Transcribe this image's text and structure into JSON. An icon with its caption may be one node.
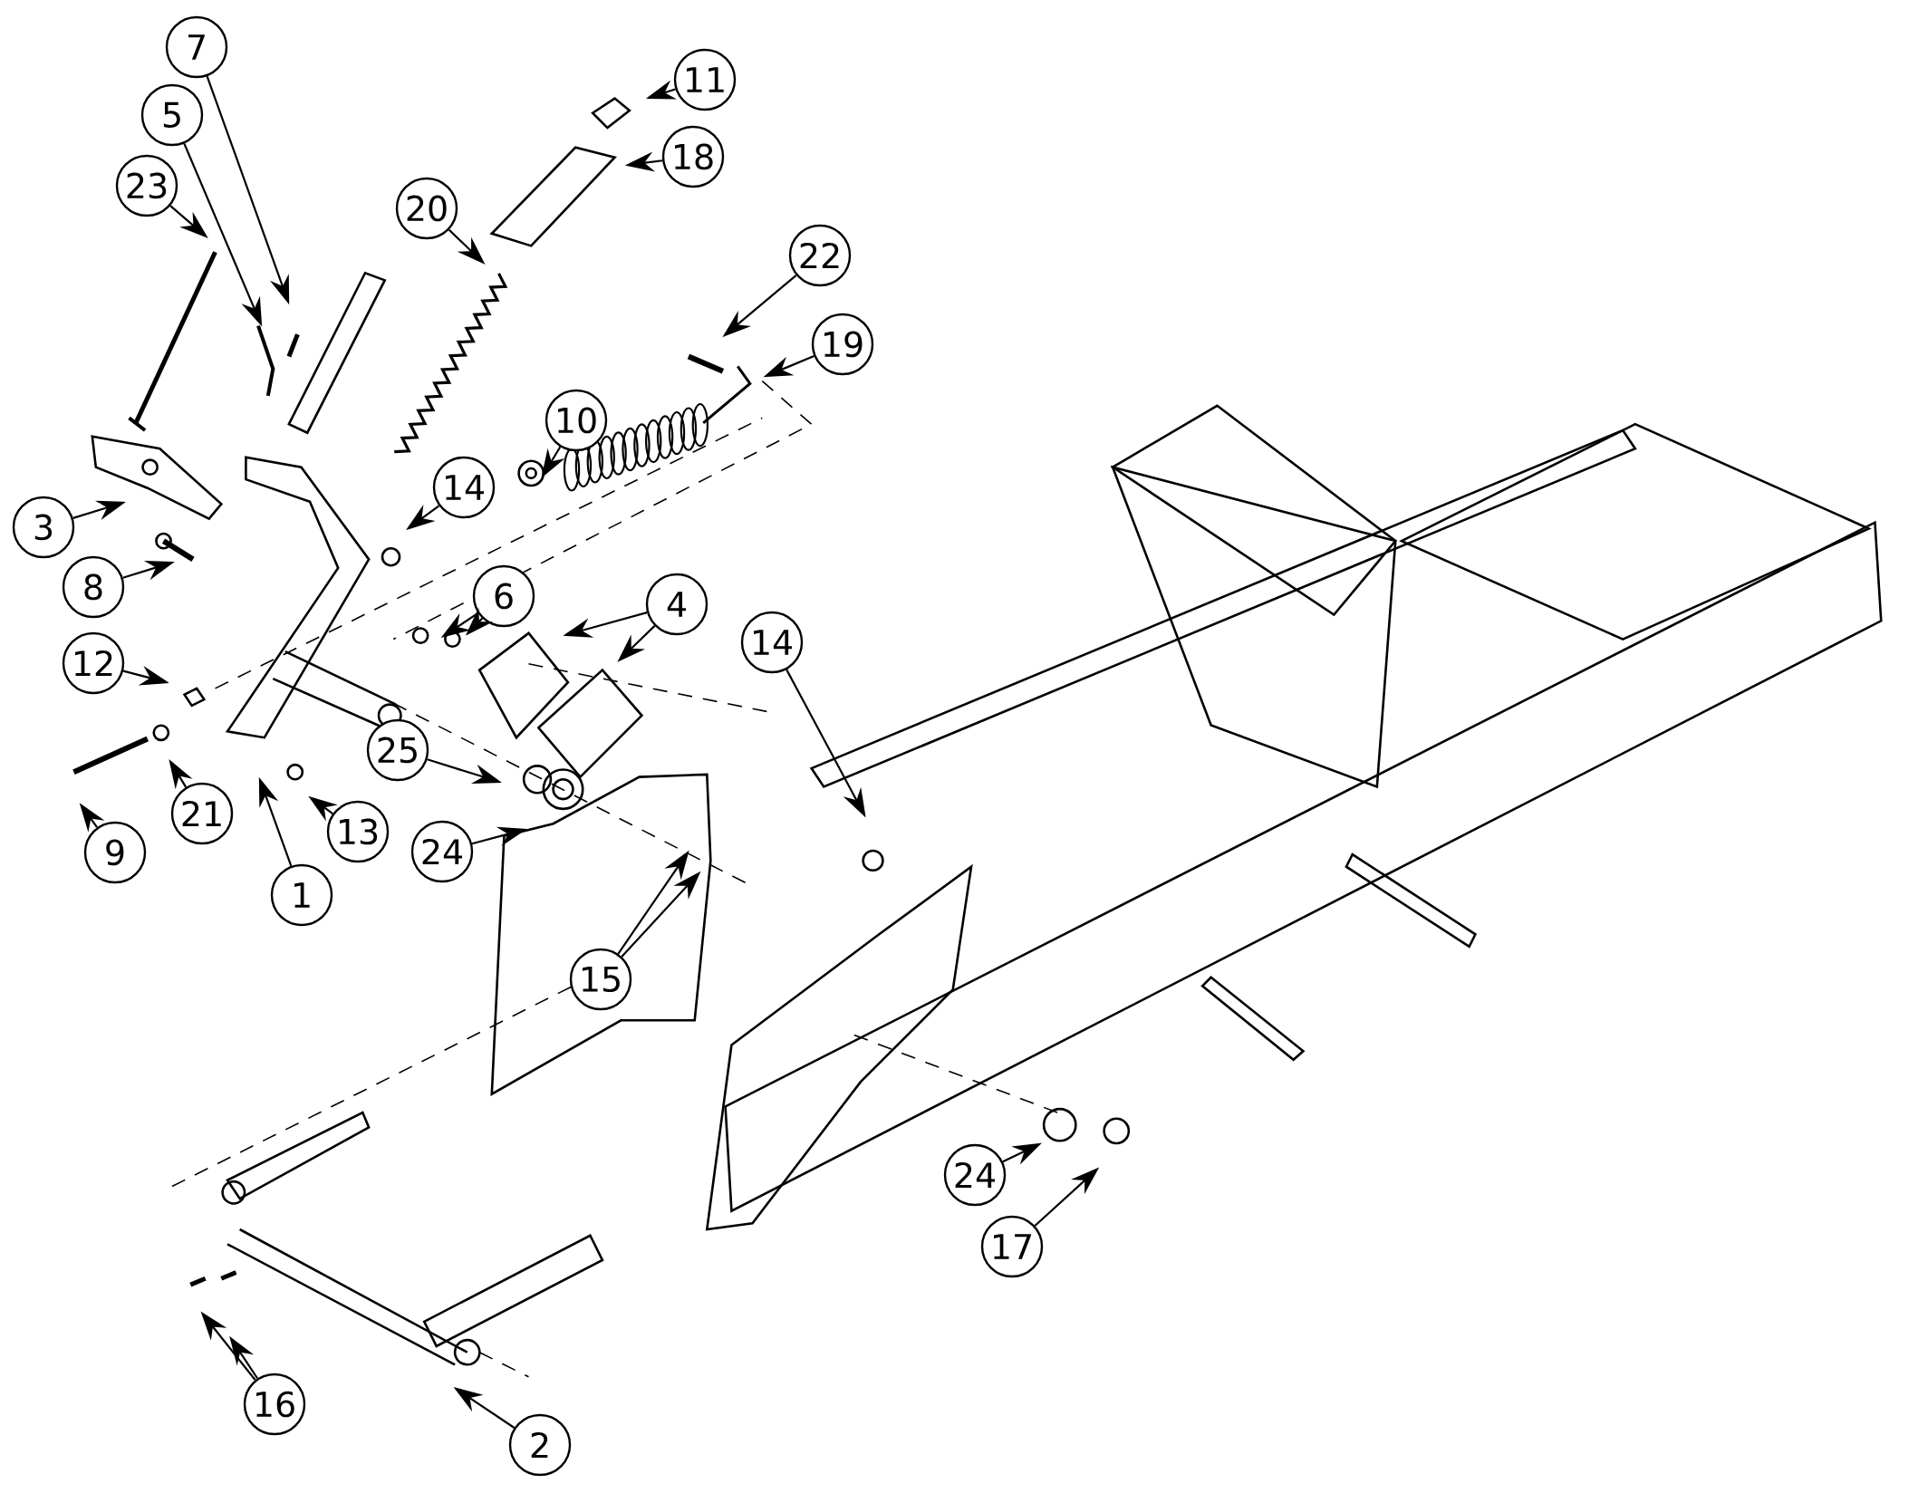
{
  "diagram": {
    "nodes": [
      {
        "text": [
          "7"
        ]
      },
      {
        "text": [
          "11"
        ]
      },
      {
        "text": [
          "5"
        ]
      },
      {
        "text": [
          "18"
        ]
      },
      {
        "text": [
          "23"
        ]
      },
      {
        "text": [
          "20"
        ]
      },
      {
        "text": [
          "22"
        ]
      },
      {
        "text": [
          "19"
        ]
      },
      {
        "text": [
          "10"
        ]
      },
      {
        "text": [
          "14"
        ]
      },
      {
        "text": [
          "3"
        ]
      },
      {
        "text": [
          "8"
        ]
      },
      {
        "text": [
          "6"
        ]
      },
      {
        "text": [
          "4"
        ]
      },
      {
        "text": [
          "14"
        ]
      },
      {
        "text": [
          "12"
        ]
      },
      {
        "text": [
          "25"
        ]
      },
      {
        "text": [
          "24"
        ]
      },
      {
        "text": [
          "21"
        ]
      },
      {
        "text": [
          "13"
        ]
      },
      {
        "text": [
          "9"
        ]
      },
      {
        "text": [
          "1"
        ]
      },
      {
        "text": [
          "15"
        ]
      },
      {
        "text": [
          "24"
        ]
      },
      {
        "text": [
          "17"
        ]
      },
      {
        "text": [
          "16"
        ]
      },
      {
        "text": [
          "2"
        ]
      }
    ],
    "edges": [
      {
        "from": 0,
        "to": null,
        "arrow": "to"
      },
      {
        "from": 1,
        "to": null,
        "arrow": "to"
      },
      {
        "from": 2,
        "to": null,
        "arrow": "to"
      },
      {
        "from": 3,
        "to": null,
        "arrow": "to"
      },
      {
        "from": 4,
        "to": null,
        "arrow": "to"
      },
      {
        "from": 5,
        "to": null,
        "arrow": "to"
      },
      {
        "from": 6,
        "to": null,
        "arrow": "to"
      },
      {
        "from": 7,
        "to": null,
        "arrow": "to"
      },
      {
        "from": 8,
        "to": null,
        "arrow": "to"
      },
      {
        "from": 9,
        "to": null,
        "arrow": "to"
      },
      {
        "from": 10,
        "to": null,
        "arrow": "to"
      },
      {
        "from": 11,
        "to": null,
        "arrow": "to"
      },
      {
        "from": 12,
        "to": null,
        "arrow": "to"
      },
      {
        "from": 12,
        "to": null,
        "arrow": "to"
      },
      {
        "from": 13,
        "to": null,
        "arrow": "to"
      },
      {
        "from": 13,
        "to": null,
        "arrow": "to"
      },
      {
        "from": 14,
        "to": null,
        "arrow": "to"
      },
      {
        "from": 15,
        "to": null,
        "arrow": "to"
      },
      {
        "from": 16,
        "to": null,
        "arrow": "to"
      },
      {
        "from": 17,
        "to": null,
        "arrow": "to"
      },
      {
        "from": 18,
        "to": null,
        "arrow": "to"
      },
      {
        "from": 19,
        "to": null,
        "arrow": "to"
      },
      {
        "from": 20,
        "to": null,
        "arrow": "to"
      },
      {
        "from": 21,
        "to": null,
        "arrow": "to"
      },
      {
        "from": 22,
        "to": null,
        "arrow": "to"
      },
      {
        "from": 22,
        "to": null,
        "arrow": "to"
      },
      {
        "from": 23,
        "to": null,
        "arrow": "to"
      },
      {
        "from": 24,
        "to": null,
        "arrow": "to"
      },
      {
        "from": 25,
        "to": null,
        "arrow": "to"
      },
      {
        "from": 25,
        "to": null,
        "arrow": "to"
      },
      {
        "from": 26,
        "to": null,
        "arrow": "to"
      }
    ]
  }
}
